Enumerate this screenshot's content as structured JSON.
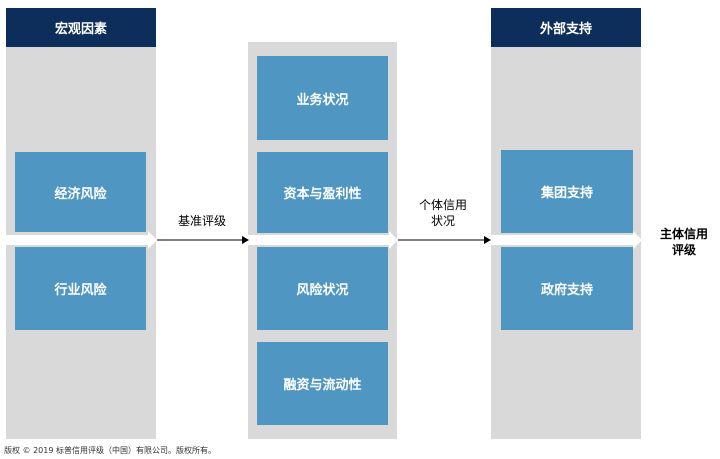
{
  "columns": {
    "macro": {
      "header": "宏观因素",
      "items": [
        "经济风险",
        "行业风险"
      ]
    },
    "middle": {
      "items": [
        "业务状况",
        "资本与盈利性",
        "风险状况",
        "融资与流动性"
      ]
    },
    "external": {
      "header": "外部支持",
      "items": [
        "集团支持",
        "政府支持"
      ]
    }
  },
  "labels": {
    "baseline": "基准评级",
    "individual_line1": "个体信用",
    "individual_line2": "状况",
    "final_line1": "主体信用",
    "final_line2": "评级"
  },
  "footer": "版权 © 2019 标普信用评级（中国）有限公司。版权所有。",
  "colors": {
    "header": "#0d2d5b",
    "box": "#4f97c2",
    "column_bg": "#d9d9d9"
  }
}
